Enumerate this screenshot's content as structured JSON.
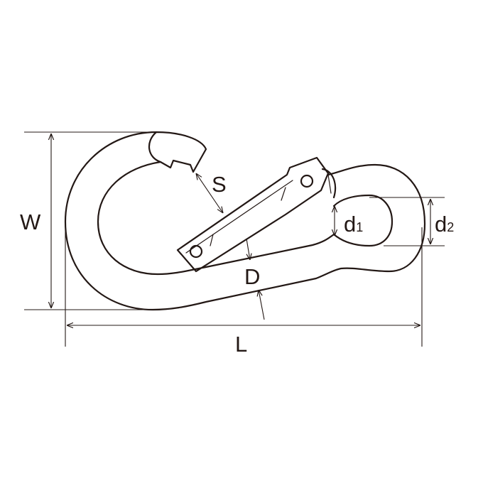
{
  "diagram": {
    "labels": {
      "W": "W",
      "L": "L",
      "S": "S",
      "D": "D",
      "d1_main": "d",
      "d1_sub": "1",
      "d2_main": "d",
      "d2_sub": "2"
    },
    "colors": {
      "line": "#231815",
      "background": "#ffffff"
    }
  }
}
